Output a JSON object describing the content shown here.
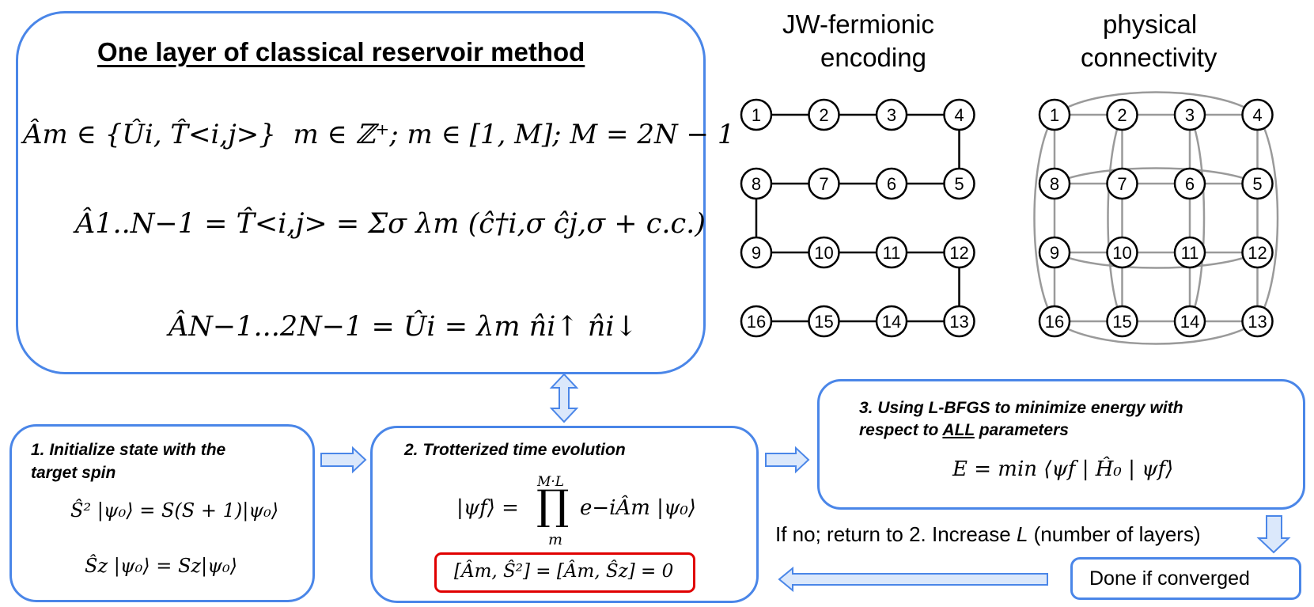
{
  "top_box": {
    "title": "One layer of classical reservoir method",
    "eq1_lhs": "Âm ∈ {Ûi, T̂<i,j>}",
    "eq1_rhs": "m ∈ ℤ⁺; m ∈ [1, M]; M = 2N − 1",
    "eq2": "Â1..N−1 = T̂<i,j> = Σσ λm (ĉ†i,σ ĉj,σ + c.c.)",
    "eq3": "ÂN−1...2N−1 = Ûi = λm n̂i↑ n̂i↓"
  },
  "jw_graph": {
    "title_line1": "JW-fermionic",
    "title_line2": "encoding",
    "nodes": [
      "1",
      "2",
      "3",
      "4",
      "8",
      "7",
      "6",
      "5",
      "9",
      "10",
      "11",
      "12",
      "16",
      "15",
      "14",
      "13"
    ]
  },
  "phys_graph": {
    "title_line1": "physical",
    "title_line2": "connectivity",
    "nodes": [
      "1",
      "2",
      "3",
      "4",
      "8",
      "7",
      "6",
      "5",
      "9",
      "10",
      "11",
      "12",
      "16",
      "15",
      "14",
      "13"
    ]
  },
  "step1": {
    "title_line1": "1.  Initialize state with the",
    "title_line2": "target spin",
    "eq1": "Ŝ² |ψ₀⟩ = S(S + 1)|ψ₀⟩",
    "eq2": "Ŝz |ψ₀⟩ = Sz|ψ₀⟩"
  },
  "step2": {
    "title": "2. Trotterized time evolution",
    "eq_lhs": "|ψf⟩ =",
    "prod_upper": "M·L",
    "prod_symbol": "∏",
    "prod_lower": "m",
    "eq_rhs": "e−iÂm |ψ₀⟩",
    "constraint": "[Âm, Ŝ²] = [Âm, Ŝz] = 0"
  },
  "step3": {
    "title_line1": "3. Using L-BFGS to minimize energy with",
    "title_line2_prefix": "respect to ",
    "title_line2_emph": "ALL",
    "title_line2_suffix": " parameters",
    "eq": "E = min ⟨ψf | Ĥ₀ | ψf⟩"
  },
  "loop_text_prefix": "If no; return to 2. Increase ",
  "loop_text_var": "L",
  "loop_text_suffix": " (number of layers)",
  "done_label": "Done if converged",
  "colors": {
    "box_border": "#4a86e8",
    "arrow_fill": "#dbe8fb",
    "constraint_border": "#e00000",
    "phys_edge": "#9a9a9a"
  }
}
